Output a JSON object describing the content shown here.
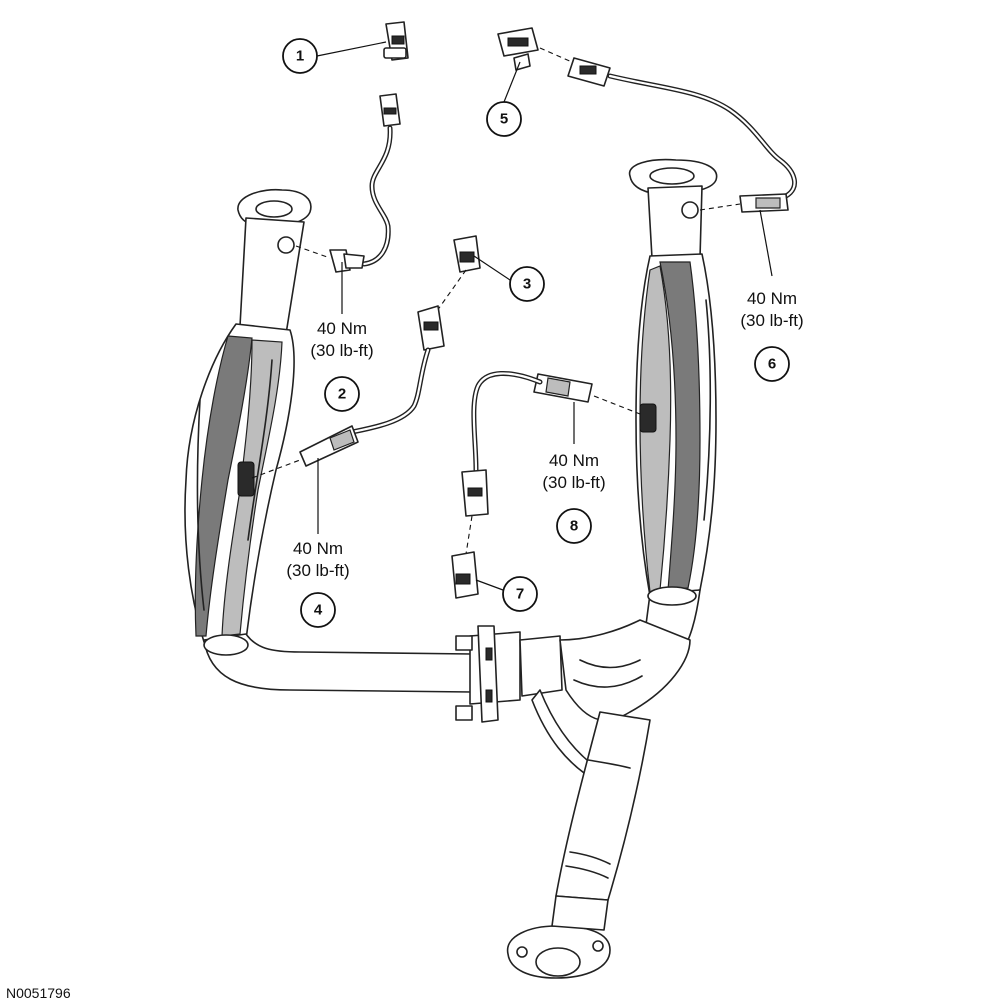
{
  "figure_id": "N0051796",
  "callouts": [
    {
      "num": "1"
    },
    {
      "num": "2",
      "torque_line1": "40 Nm",
      "torque_line2": "(30 lb-ft)"
    },
    {
      "num": "3"
    },
    {
      "num": "4",
      "torque_line1": "40 Nm",
      "torque_line2": "(30 lb-ft)"
    },
    {
      "num": "5"
    },
    {
      "num": "6",
      "torque_line1": "40 Nm",
      "torque_line2": "(30 lb-ft)"
    },
    {
      "num": "7"
    },
    {
      "num": "8",
      "torque_line1": "40 Nm",
      "torque_line2": "(30 lb-ft)"
    }
  ]
}
